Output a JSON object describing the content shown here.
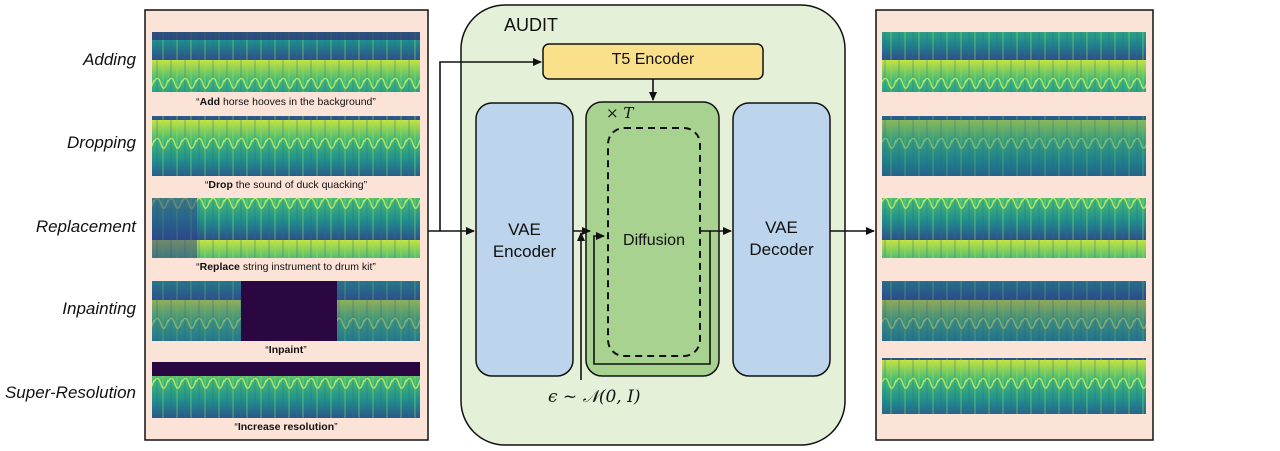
{
  "colors": {
    "panel_fill": "#fbe3d8",
    "audit_fill": "#e5f0d8",
    "vae_fill": "#bcd4ec",
    "t5_fill": "#fbe08c",
    "diffusion_fill": "#a8d28f",
    "spectrogram_dark": "#2d2f7a",
    "spectrogram_mid": "#1f8a8c",
    "spectrogram_bright": "#c6e33f"
  },
  "tasks": [
    {
      "label": "Adding",
      "caption_bold": "Add",
      "caption_rest": " horse hooves in the background",
      "quote_open": "“",
      "quote_close": "”"
    },
    {
      "label": "Dropping",
      "caption_bold": "Drop",
      "caption_rest": " the sound of duck quacking",
      "quote_open": "“",
      "quote_close": "”"
    },
    {
      "label": "Replacement",
      "caption_bold": "Replace",
      "caption_rest": " string instrument to drum kit",
      "quote_open": "“",
      "quote_close": "”"
    },
    {
      "label": "Inpainting",
      "caption_bold": "Inpaint",
      "caption_rest": "",
      "quote_open": "“",
      "quote_close": "”"
    },
    {
      "label": "Super-Resolution",
      "caption_bold": "Increase resolution",
      "caption_rest": "",
      "quote_open": "“",
      "quote_close": "”"
    }
  ],
  "model": {
    "title": "AUDIT",
    "t5_encoder": "T5 Encoder",
    "vae_encoder_line1": "VAE",
    "vae_encoder_line2": "Encoder",
    "vae_decoder_line1": "VAE",
    "vae_decoder_line2": "Decoder",
    "diffusion": "Diffusion",
    "repeat": "× T",
    "noise": "ϵ ~ 𝒩(0, I)"
  },
  "icons": {
    "spectrogram": "spectrogram-image",
    "arrow": "arrow-right-icon"
  }
}
